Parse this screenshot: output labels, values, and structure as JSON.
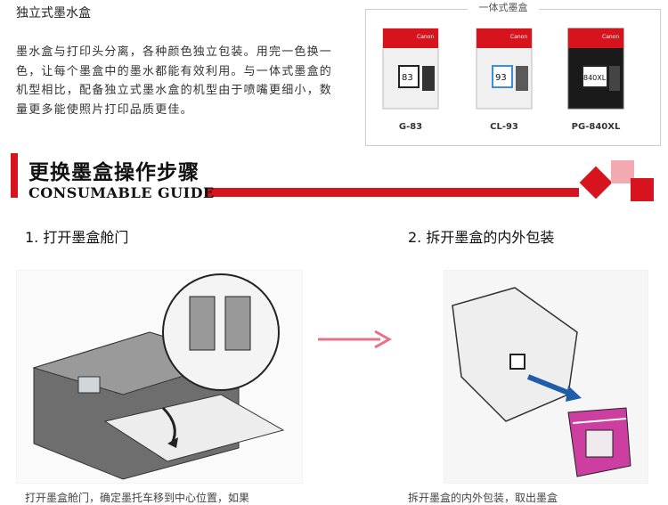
{
  "intro": {
    "heading": "独立式墨水盒",
    "description": "墨水盒与打印头分离，各种颜色独立包装。用完一色换一色，让每个墨盒中的墨水都能有效利用。与一体式墨盒的机型相比，配备独立式墨水盒的机型由于喷嘴更细小，数量更多能使照片打印品质更佳。"
  },
  "products": {
    "caption": "一体式墨盒",
    "items": [
      {
        "label": "G-83",
        "number": "83",
        "body_color": "#e8e8e8",
        "brand": "Canon"
      },
      {
        "label": "CL-93",
        "number": "93",
        "body_color": "#e8e8e8",
        "brand": "Canon"
      },
      {
        "label": "PG-840XL",
        "number": "840XL",
        "body_color": "#1a1a1a",
        "brand": "Canon"
      }
    ]
  },
  "guide": {
    "title": "更换墨盒操作步骤",
    "subtitle": "CONSUMABLE GUIDE",
    "accent": "#d7141e"
  },
  "steps": [
    {
      "title": "1. 打开墨盒舱门",
      "caption": "打开墨盒舱门，确定墨托车移到中心位置，如果"
    },
    {
      "title": "2. 拆开墨盒的内外包装",
      "caption": "拆开墨盒的内外包装，取出墨盒"
    }
  ],
  "arrow_color": "#e8708a"
}
